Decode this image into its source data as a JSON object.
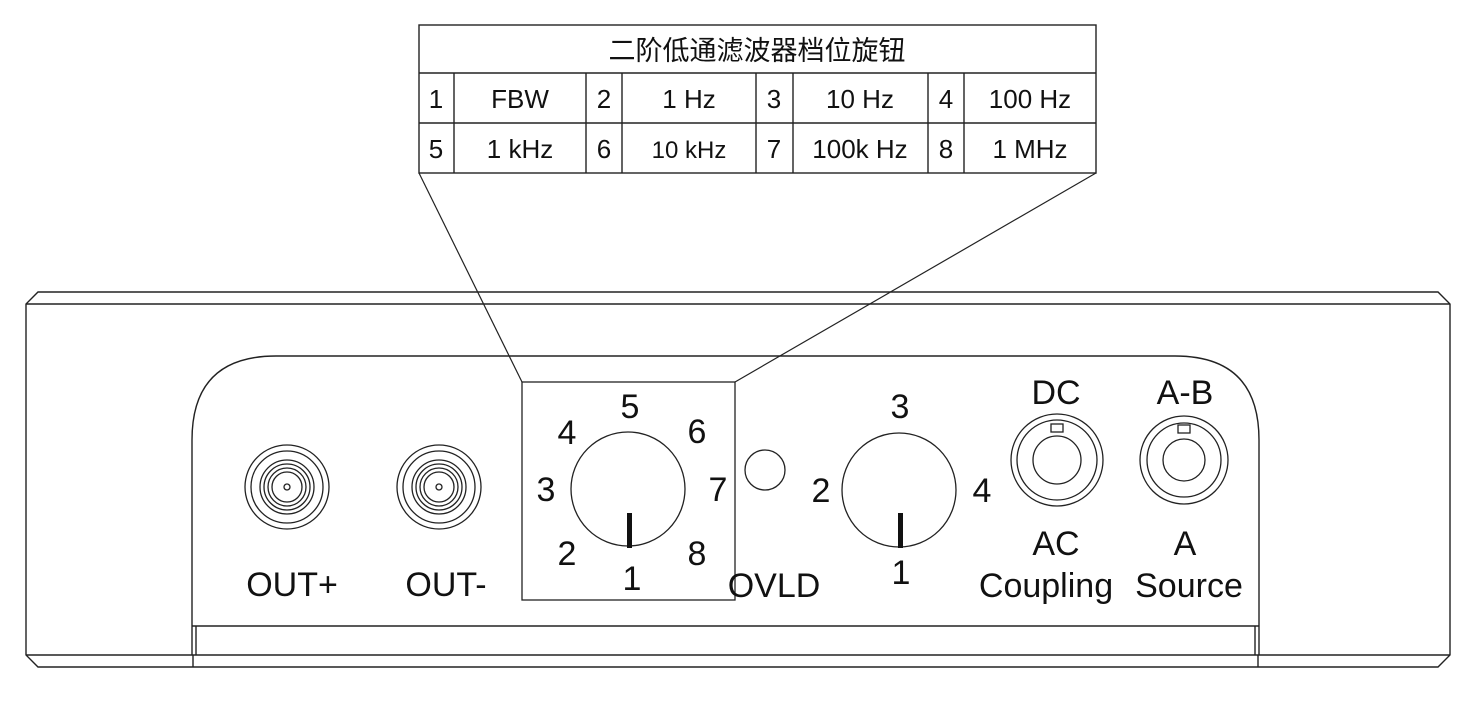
{
  "filter_table": {
    "title": "二阶低通滤波器档位旋钮",
    "rows": [
      [
        {
          "num": "1",
          "value": "FBW"
        },
        {
          "num": "2",
          "value": "1 Hz"
        },
        {
          "num": "3",
          "value": "10 Hz"
        },
        {
          "num": "4",
          "value": "100 Hz"
        }
      ],
      [
        {
          "num": "5",
          "value": "1 kHz"
        },
        {
          "num": "6",
          "value": "10 kHz"
        },
        {
          "num": "7",
          "value": "100k Hz"
        },
        {
          "num": "8",
          "value": "1 MHz"
        }
      ]
    ]
  },
  "panel": {
    "connectors": {
      "out_plus": "OUT+",
      "out_minus": "OUT-"
    },
    "filter_knob": {
      "positions": [
        "1",
        "2",
        "3",
        "4",
        "5",
        "6",
        "7",
        "8"
      ]
    },
    "ovld_label": "OVLD",
    "gain_knob": {
      "positions": [
        "1",
        "2",
        "3",
        "4"
      ]
    },
    "coupling_switch": {
      "top": "DC",
      "bottom": "AC",
      "label": "Coupling"
    },
    "source_switch": {
      "top": "A-B",
      "bottom": "A",
      "label": "Source"
    }
  }
}
